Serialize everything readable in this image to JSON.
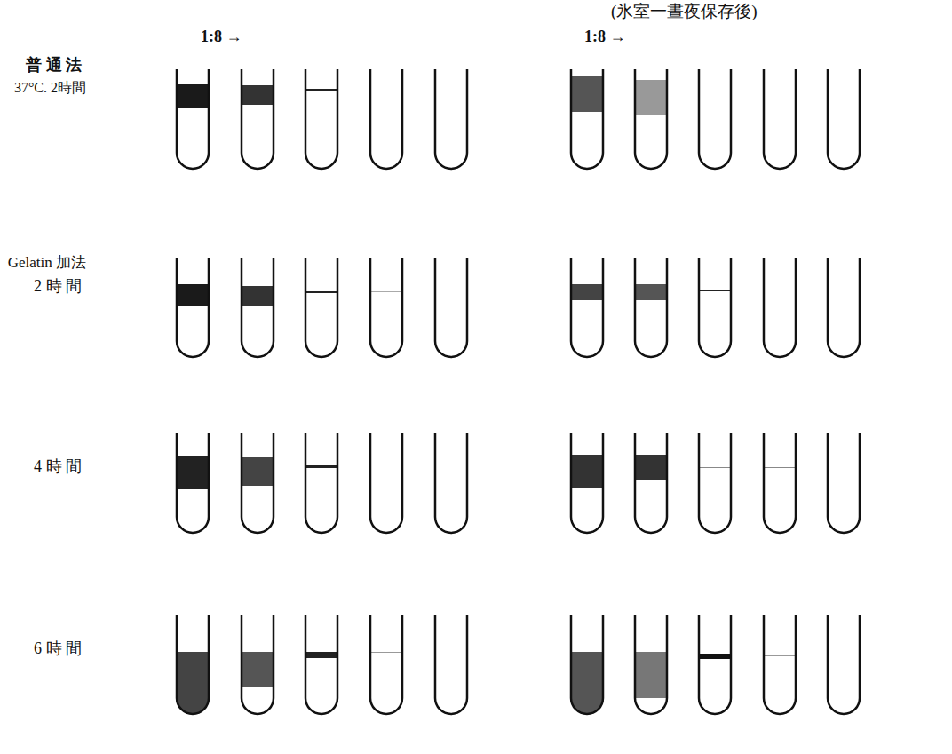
{
  "diagram": {
    "labels": [
      "(氷室一晝夜保存後)",
      "1:8 →",
      "1:8 →",
      "普 通 法",
      "37°C. 2時間",
      "Gelatin 加法",
      "2 時 間",
      "4 時 間",
      "6 時 間"
    ]
  }
}
